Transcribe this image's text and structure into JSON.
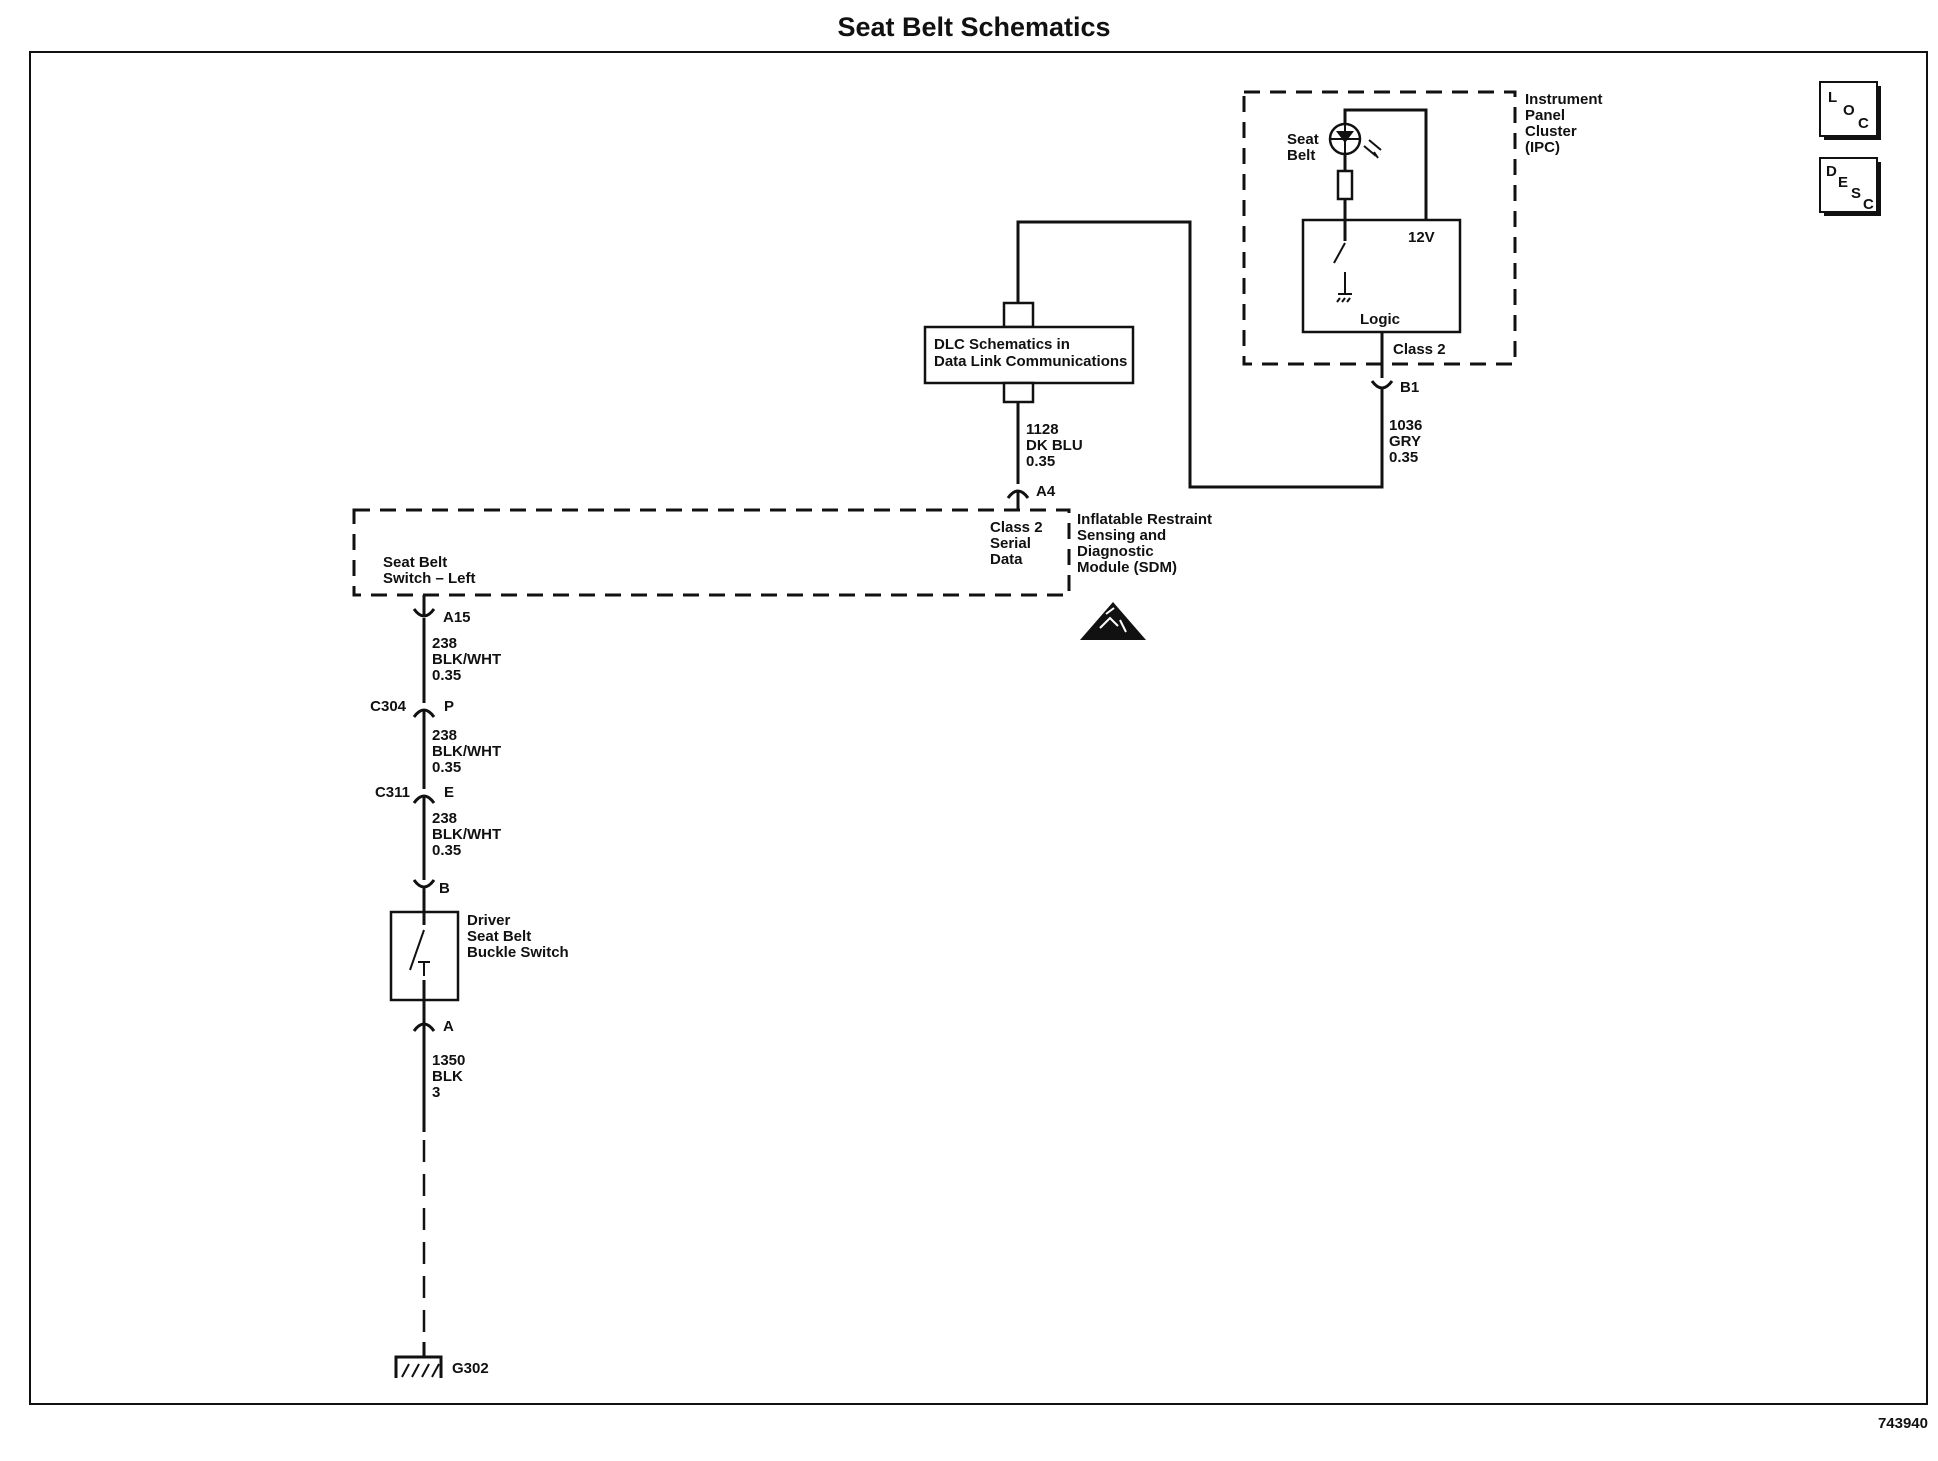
{
  "title": "Seat Belt Schematics",
  "figure_number": "743940",
  "nav_buttons": {
    "loc": [
      "L",
      "O",
      "C"
    ],
    "desc": [
      "D",
      "E",
      "S",
      "C"
    ]
  },
  "ipc": {
    "name_lines": [
      "Instrument",
      "Panel",
      "Cluster",
      "(IPC)"
    ],
    "lamp_lines": [
      "Seat",
      "Belt"
    ],
    "voltage": "12V",
    "logic": "Logic",
    "class2": "Class 2",
    "pin": "B1"
  },
  "dlc": {
    "lines": [
      "DLC Schematics in",
      "Data Link Communications"
    ]
  },
  "wires": {
    "w1128": [
      "1128",
      "DK BLU",
      "0.35"
    ],
    "w1036": [
      "1036",
      "GRY",
      "0.35"
    ],
    "w238_a": [
      "238",
      "BLK/WHT",
      "0.35"
    ],
    "w238_b": [
      "238",
      "BLK/WHT",
      "0.35"
    ],
    "w238_c": [
      "238",
      "BLK/WHT",
      "0.35"
    ],
    "w1350": [
      "1350",
      "BLK",
      "3"
    ]
  },
  "sdm": {
    "name_lines": [
      "Inflatable Restraint",
      "Sensing and",
      "Diagnostic",
      "Module (SDM)"
    ],
    "serial_lines": [
      "Class 2",
      "Serial",
      "Data"
    ],
    "switch_lines": [
      "Seat Belt",
      "Switch – Left"
    ],
    "pin_a4": "A4",
    "pin_a15": "A15"
  },
  "connectors": {
    "c304_name": "C304",
    "c304_pin": "P",
    "c311_name": "C311",
    "c311_pin": "E"
  },
  "buckle_switch": {
    "lines": [
      "Driver",
      "Seat Belt",
      "Buckle Switch"
    ],
    "pin_top": "B",
    "pin_bottom": "A"
  },
  "ground": "G302"
}
